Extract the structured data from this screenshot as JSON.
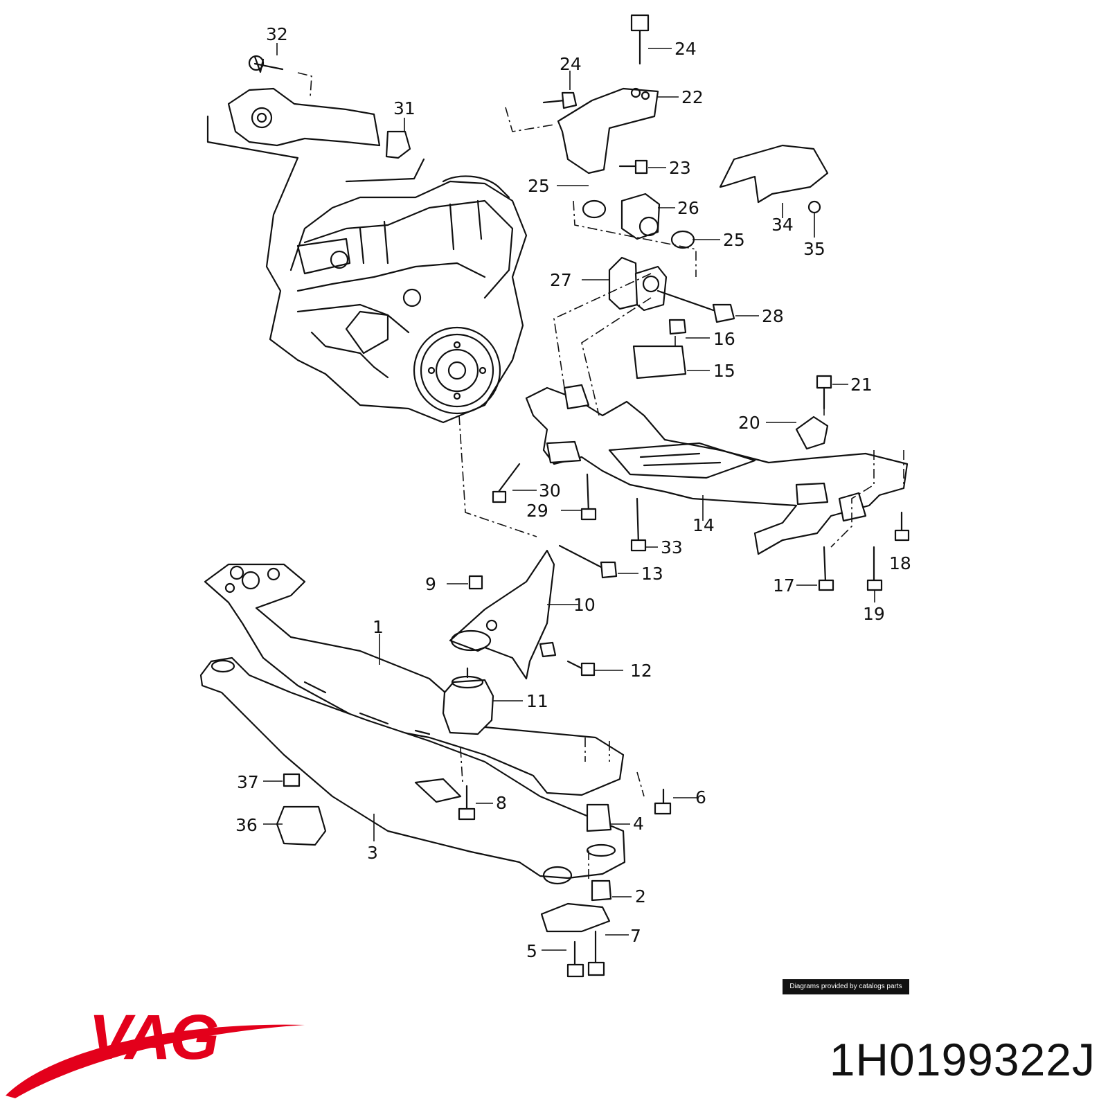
{
  "callouts": [
    {
      "label": "1"
    },
    {
      "label": "2"
    },
    {
      "label": "3"
    },
    {
      "label": "4"
    },
    {
      "label": "5"
    },
    {
      "label": "6"
    },
    {
      "label": "7"
    },
    {
      "label": "8"
    },
    {
      "label": "9"
    },
    {
      "label": "10"
    },
    {
      "label": "11"
    },
    {
      "label": "12"
    },
    {
      "label": "13"
    },
    {
      "label": "14"
    },
    {
      "label": "15"
    },
    {
      "label": "16"
    },
    {
      "label": "17"
    },
    {
      "label": "18"
    },
    {
      "label": "19"
    },
    {
      "label": "20"
    },
    {
      "label": "21"
    },
    {
      "label": "22"
    },
    {
      "label": "23"
    },
    {
      "label": "24"
    },
    {
      "label": "24"
    },
    {
      "label": "25"
    },
    {
      "label": "25"
    },
    {
      "label": "26"
    },
    {
      "label": "27"
    },
    {
      "label": "28"
    },
    {
      "label": "29"
    },
    {
      "label": "30"
    },
    {
      "label": "31"
    },
    {
      "label": "32"
    },
    {
      "label": "33"
    },
    {
      "label": "34"
    },
    {
      "label": "35"
    },
    {
      "label": "36"
    },
    {
      "label": "37"
    }
  ],
  "credit": "Diagrams provided by catalogs parts",
  "brand": "VAG",
  "part_number": "1H0199322J",
  "colors": {
    "brand_red": "#e3001b",
    "ink": "#111111"
  }
}
